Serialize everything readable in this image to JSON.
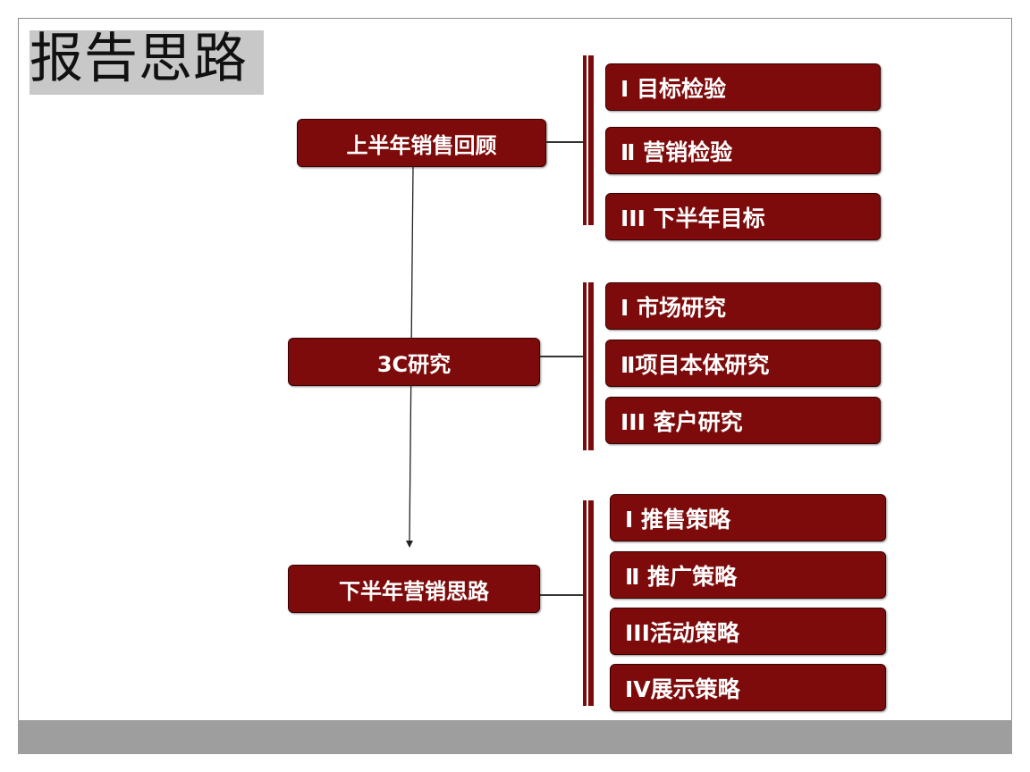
{
  "slide": {
    "title": "报告思路"
  },
  "sections": [
    {
      "label": "上半年销售回顾",
      "items": [
        "Ⅰ 目标检验",
        "Ⅱ 营销检验",
        "III 下半年目标"
      ]
    },
    {
      "label": "3C研究",
      "items": [
        "I 市场研究",
        "Ⅱ项目本体研究",
        "III 客户研究"
      ]
    },
    {
      "label": "下半年营销思路",
      "items": [
        "Ⅰ 推售策略",
        "Ⅱ 推广策略",
        "III活动策略",
        "IV展示策略"
      ]
    }
  ],
  "colors": {
    "node_fill": "#7e0b0b",
    "title_background": "#c8c8c8",
    "footer_bar": "#9e9e9e"
  }
}
